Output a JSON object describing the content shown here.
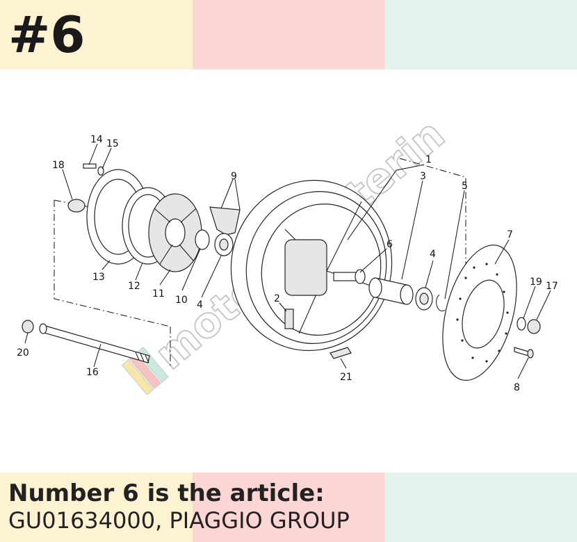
{
  "badge": "#6",
  "caption": {
    "line1": "Number 6 is the article:",
    "line2": "GU01634000, PIAGGIO GROUP"
  },
  "diagram": {
    "watermark": "motorscooterin",
    "callouts": [
      "1",
      "2",
      "3",
      "4",
      "4",
      "5",
      "6",
      "7",
      "8",
      "9",
      "10",
      "11",
      "12",
      "13",
      "14",
      "15",
      "16",
      "17",
      "18",
      "19",
      "20",
      "21"
    ]
  },
  "colors": {
    "band_yellow": "#fdf3d3",
    "band_pink": "#fbd6d5",
    "band_mint": "#e2f3ec"
  }
}
